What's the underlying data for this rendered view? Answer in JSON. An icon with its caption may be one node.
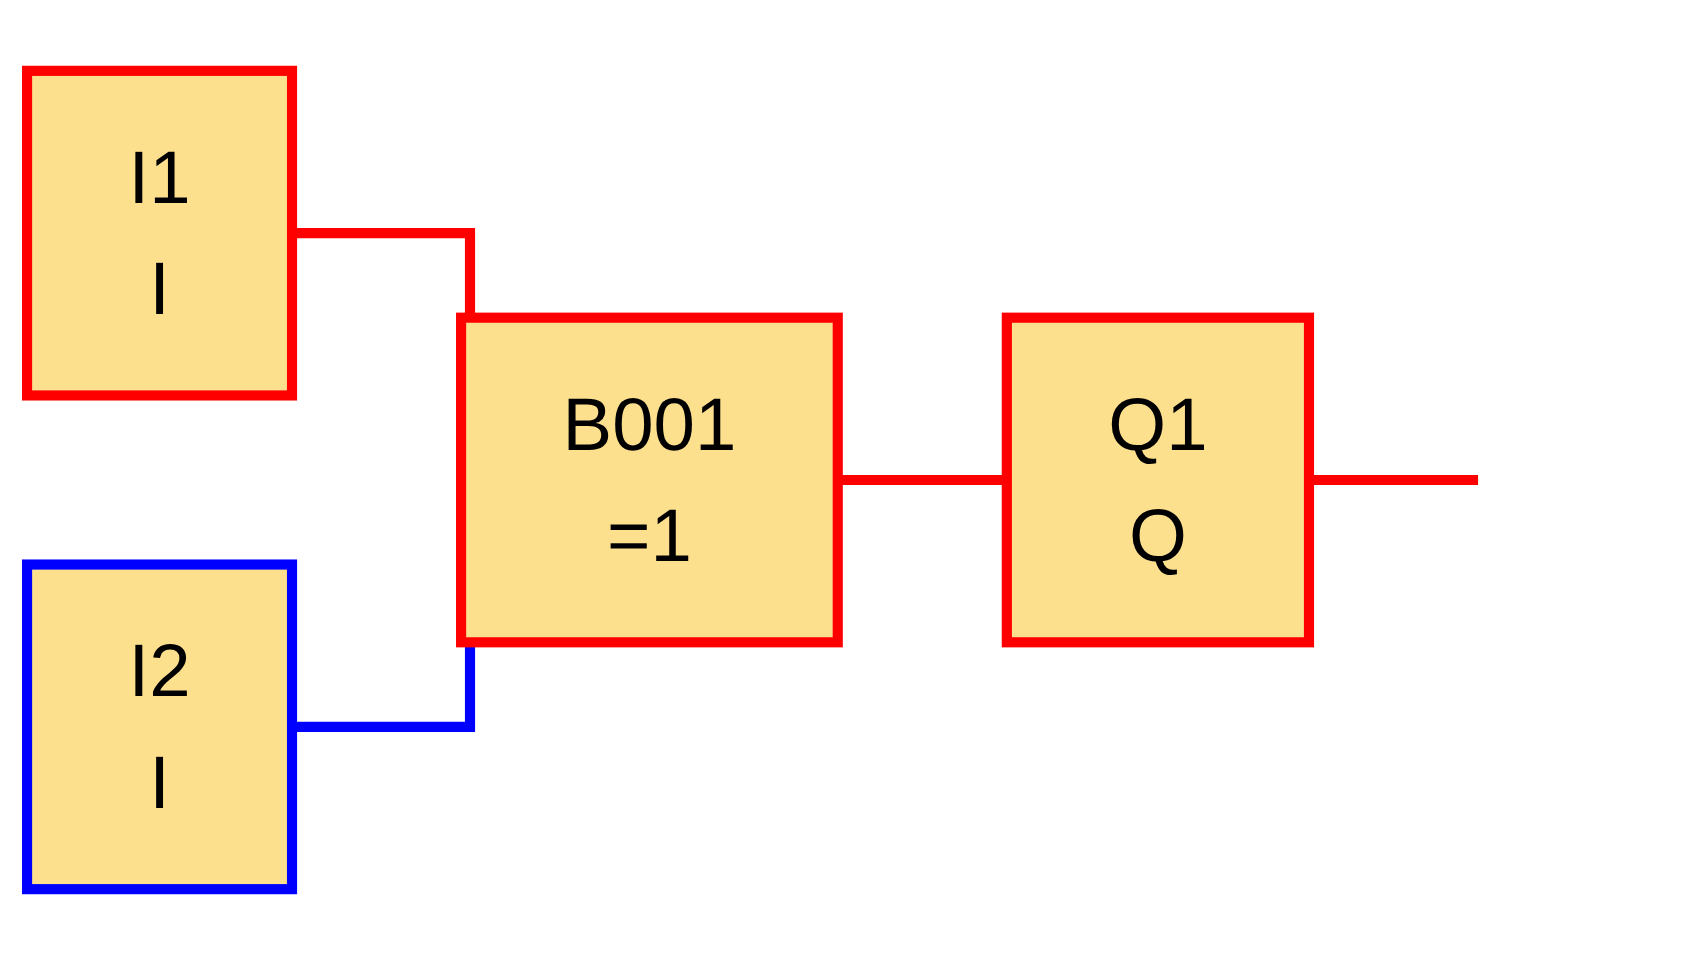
{
  "diagram": {
    "nodes": [
      {
        "text": [
          "I1",
          "I"
        ]
      },
      {
        "text": [
          "I2",
          "I"
        ]
      },
      {
        "text": [
          "B001",
          "=1"
        ]
      },
      {
        "text": [
          "Q1",
          "Q"
        ]
      }
    ],
    "edges": [
      {
        "from": 0,
        "to": 2,
        "arrow": "none"
      },
      {
        "from": 1,
        "to": 2,
        "arrow": "none",
        "color": "#0000ff"
      },
      {
        "from": 2,
        "to": 3,
        "arrow": "none"
      },
      {
        "from": 3,
        "to": null,
        "arrow": "none"
      }
    ]
  }
}
